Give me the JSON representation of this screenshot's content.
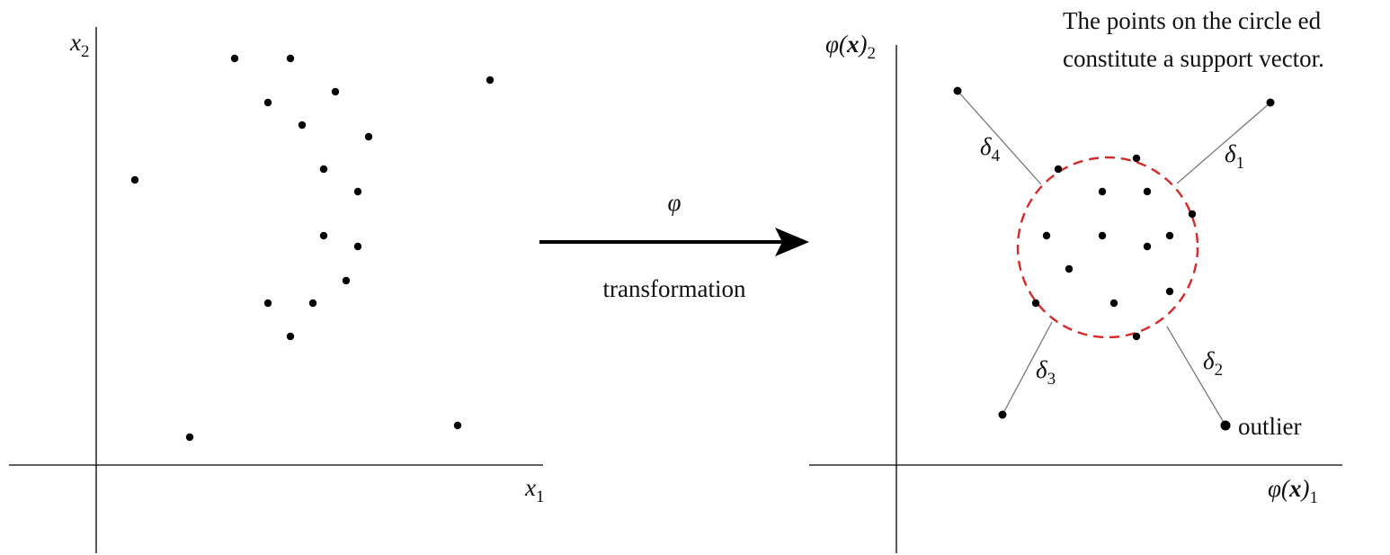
{
  "left_axes": {
    "x_label": "x",
    "x_subscript": "1",
    "y_label": "x",
    "y_subscript": "2"
  },
  "transform": {
    "symbol": "φ",
    "label": "transformation"
  },
  "right_axes": {
    "x_label_prefix": "φ(",
    "x_label_var": "x",
    "x_label_suffix": ")",
    "x_subscript": "1",
    "y_label_prefix": "φ(",
    "y_label_var": "x",
    "y_label_suffix": ")",
    "y_subscript": "2"
  },
  "caption": {
    "line1": "The points on the circle ed",
    "line2": "constitute a support vector."
  },
  "deltas": [
    {
      "symbol": "δ",
      "subscript": "1"
    },
    {
      "symbol": "δ",
      "subscript": "2"
    },
    {
      "symbol": "δ",
      "subscript": "3"
    },
    {
      "symbol": "δ",
      "subscript": "4"
    }
  ],
  "outlier_label": "outlier",
  "colors": {
    "points": "#000000",
    "circle": "#d42a2a",
    "arrow": "#000000"
  }
}
